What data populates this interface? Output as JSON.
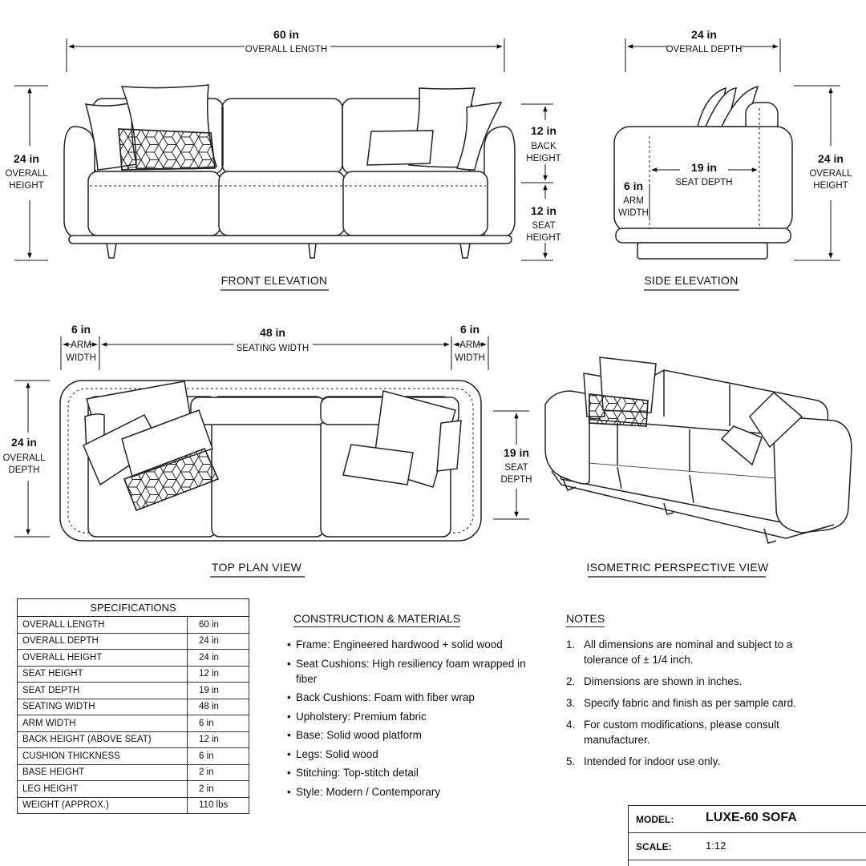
{
  "dimensions": {
    "overall_length": {
      "value": "60 in",
      "label": "OVERALL LENGTH"
    },
    "overall_depth_side": {
      "value": "24 in",
      "label": "OVERALL DEPTH"
    },
    "overall_height_front": {
      "value": "24 in",
      "label1": "OVERALL",
      "label2": "HEIGHT"
    },
    "back_height": {
      "value": "12 in",
      "label1": "BACK",
      "label2": "HEIGHT"
    },
    "seat_height": {
      "value": "12 in",
      "label1": "SEAT",
      "label2": "HEIGHT"
    },
    "overall_height_side": {
      "value": "24 in",
      "label1": "OVERALL",
      "label2": "HEIGHT"
    },
    "arm_width_side": {
      "value": "6 in",
      "label1": "ARM",
      "label2": "WIDTH"
    },
    "seat_depth_side": {
      "value": "19 in",
      "label": "SEAT DEPTH"
    },
    "arm_width_left": {
      "value": "6 in",
      "label1": "ARM",
      "label2": "WIDTH"
    },
    "seating_width": {
      "value": "48 in",
      "label": "SEATING WIDTH"
    },
    "arm_width_right": {
      "value": "6 in",
      "label1": "ARM",
      "label2": "WIDTH"
    },
    "overall_depth_top": {
      "value": "24 in",
      "label1": "OVERALL",
      "label2": "DEPTH"
    },
    "seat_depth_top": {
      "value": "19 in",
      "label1": "SEAT",
      "label2": "DEPTH"
    }
  },
  "views": {
    "front": "FRONT ELEVATION",
    "side": "SIDE ELEVATION",
    "top": "TOP PLAN VIEW",
    "iso": "ISOMETRIC PERSPECTIVE VIEW"
  },
  "specifications": {
    "title": "SPECIFICATIONS",
    "rows": [
      {
        "label": "OVERALL LENGTH",
        "value": "60 in"
      },
      {
        "label": "OVERALL DEPTH",
        "value": "24 in"
      },
      {
        "label": "OVERALL HEIGHT",
        "value": "24 in"
      },
      {
        "label": "SEAT HEIGHT",
        "value": "12 in"
      },
      {
        "label": "SEAT DEPTH",
        "value": "19 in"
      },
      {
        "label": "SEATING WIDTH",
        "value": "48 in"
      },
      {
        "label": "ARM WIDTH",
        "value": "6 in"
      },
      {
        "label": "BACK HEIGHT (ABOVE SEAT)",
        "value": "12 in"
      },
      {
        "label": "CUSHION THICKNESS",
        "value": "6 in"
      },
      {
        "label": "BASE HEIGHT",
        "value": "2 in"
      },
      {
        "label": "LEG HEIGHT",
        "value": "2 in"
      },
      {
        "label": "WEIGHT (APPROX.)",
        "value": "110 lbs"
      }
    ]
  },
  "construction": {
    "title": "CONSTRUCTION & MATERIALS",
    "items": [
      "Frame: Engineered hardwood + solid wood",
      "Seat Cushions: High resiliency foam wrapped in fiber",
      "Back Cushions: Foam with fiber wrap",
      "Upholstery: Premium fabric",
      "Base: Solid wood platform",
      "Legs: Solid wood",
      "Stitching: Top-stitch detail",
      "Style: Modern / Contemporary"
    ]
  },
  "notes": {
    "title": "NOTES",
    "items": [
      {
        "n": "1.",
        "text": "All dimensions are nominal and subject to a tolerance of ± 1/4 inch."
      },
      {
        "n": "2.",
        "text": "Dimensions are shown in inches."
      },
      {
        "n": "3.",
        "text": "Specify fabric and finish as per sample card."
      },
      {
        "n": "4.",
        "text": "For custom modifications, please consult manufacturer."
      },
      {
        "n": "5.",
        "text": "Intended for indoor use only."
      }
    ]
  },
  "title_block": {
    "model_label": "MODEL:",
    "model_value": "LUXE-60 SOFA",
    "scale_label": "SCALE:",
    "scale_value": "1:12"
  }
}
